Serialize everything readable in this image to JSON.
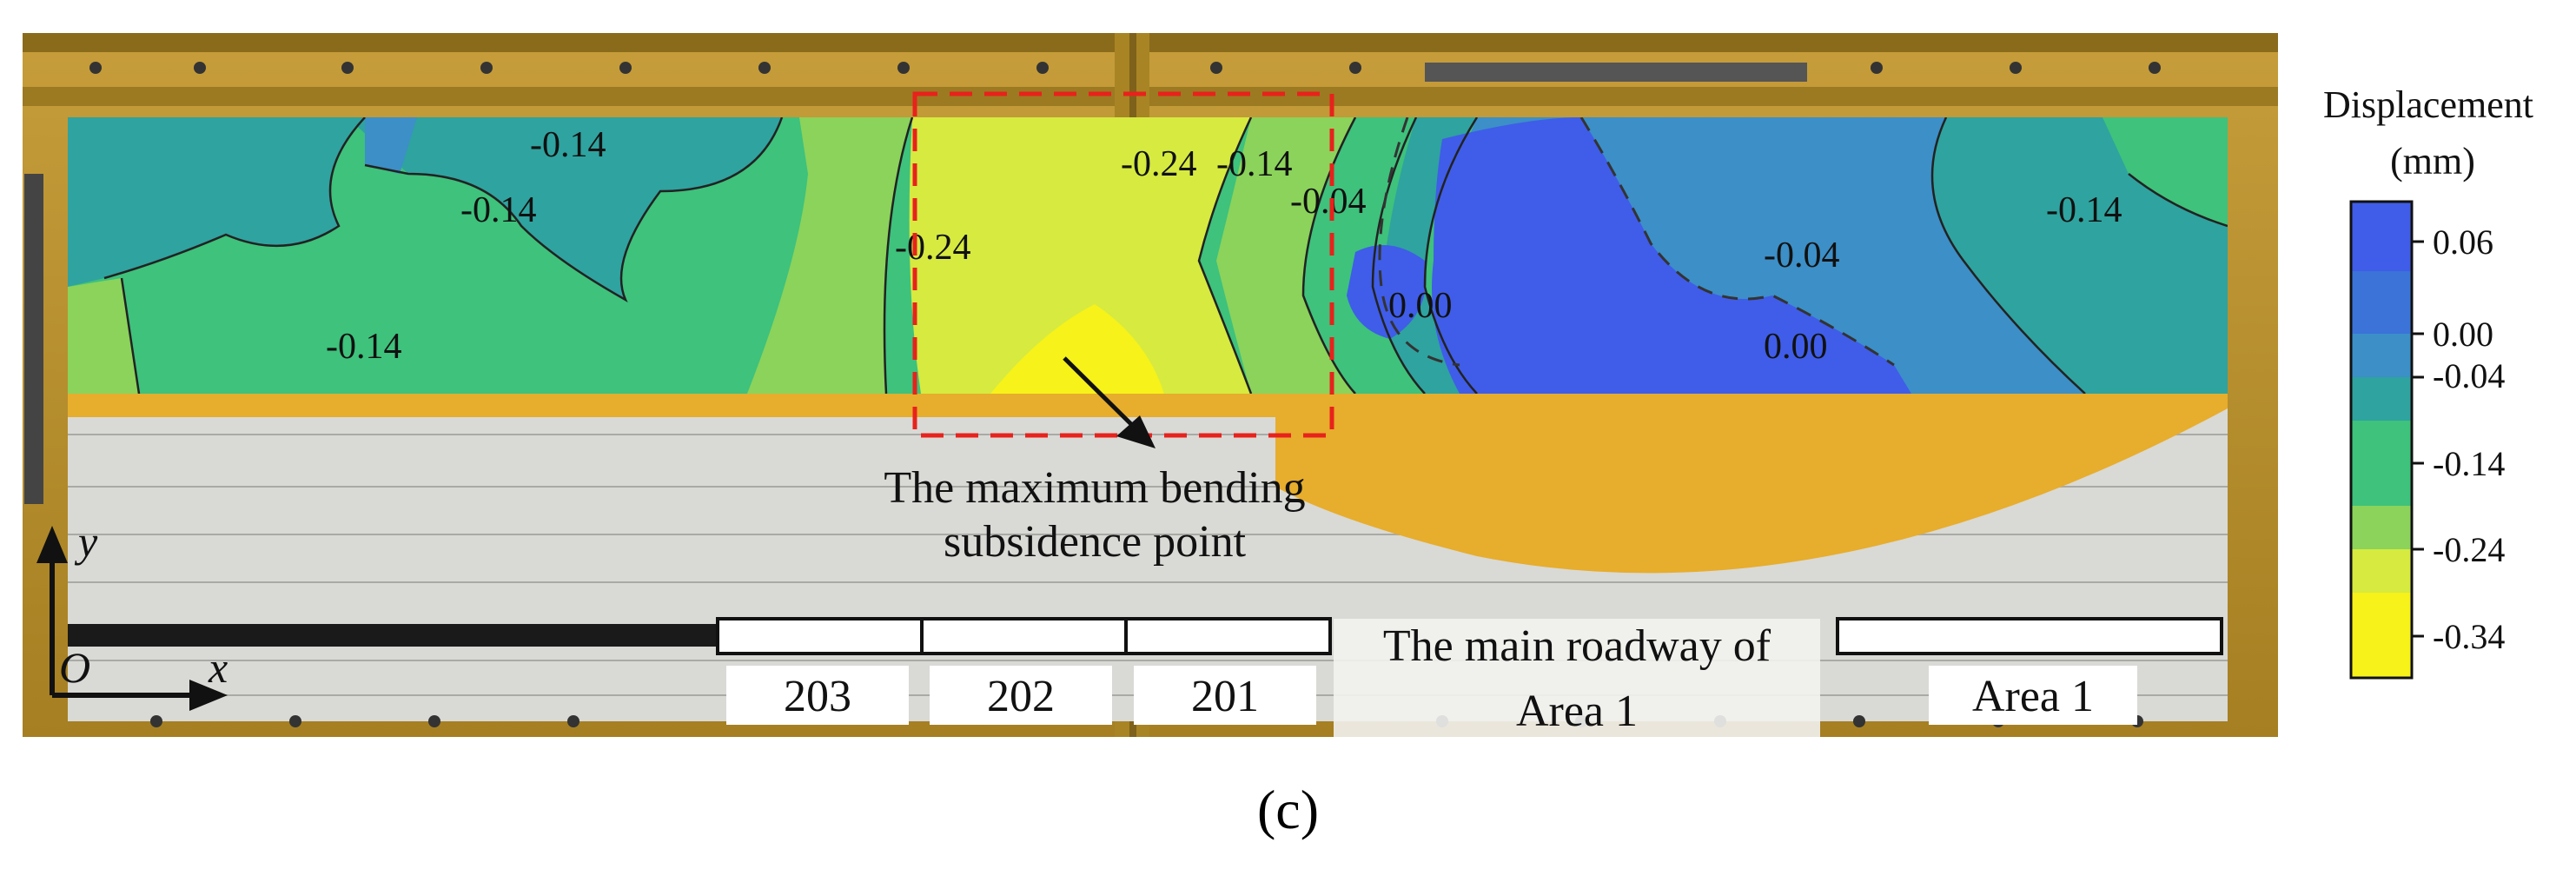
{
  "figure": {
    "caption": "(c)",
    "contour_labels": [
      "-0.14",
      "-0.14",
      "-0.14",
      "-0.24",
      "-0.24",
      "-0.14",
      "-0.04",
      "0.00",
      "-0.04",
      "0.00",
      "-0.14"
    ],
    "annotation": {
      "line1": "The maximum bending",
      "line2": "subsidence point"
    },
    "axes": {
      "y": "y",
      "origin": "O",
      "x": "x"
    },
    "panels": [
      "203",
      "202",
      "201"
    ],
    "roadway_label": {
      "line1": "The main roadway of",
      "line2": "Area 1"
    },
    "area_label": "Area 1",
    "colorbar": {
      "title_line1": "Displacement",
      "title_line2": "(mm)",
      "ticks": [
        "0.06",
        "0.00",
        "-0.04",
        "-0.14",
        "-0.24",
        "-0.34"
      ],
      "colors": [
        "#3f5de8",
        "#3b73d9",
        "#3c8fc7",
        "#2fa39f",
        "#3ec27c",
        "#8bd35b",
        "#d6ea40",
        "#f6f21a"
      ]
    },
    "colors": {
      "frame": "#b8902a",
      "bolt": "#3a3a3a",
      "wall": "#dcdcdc",
      "dashed_box": "#e8221c",
      "sand": "#e7ad2c"
    }
  }
}
